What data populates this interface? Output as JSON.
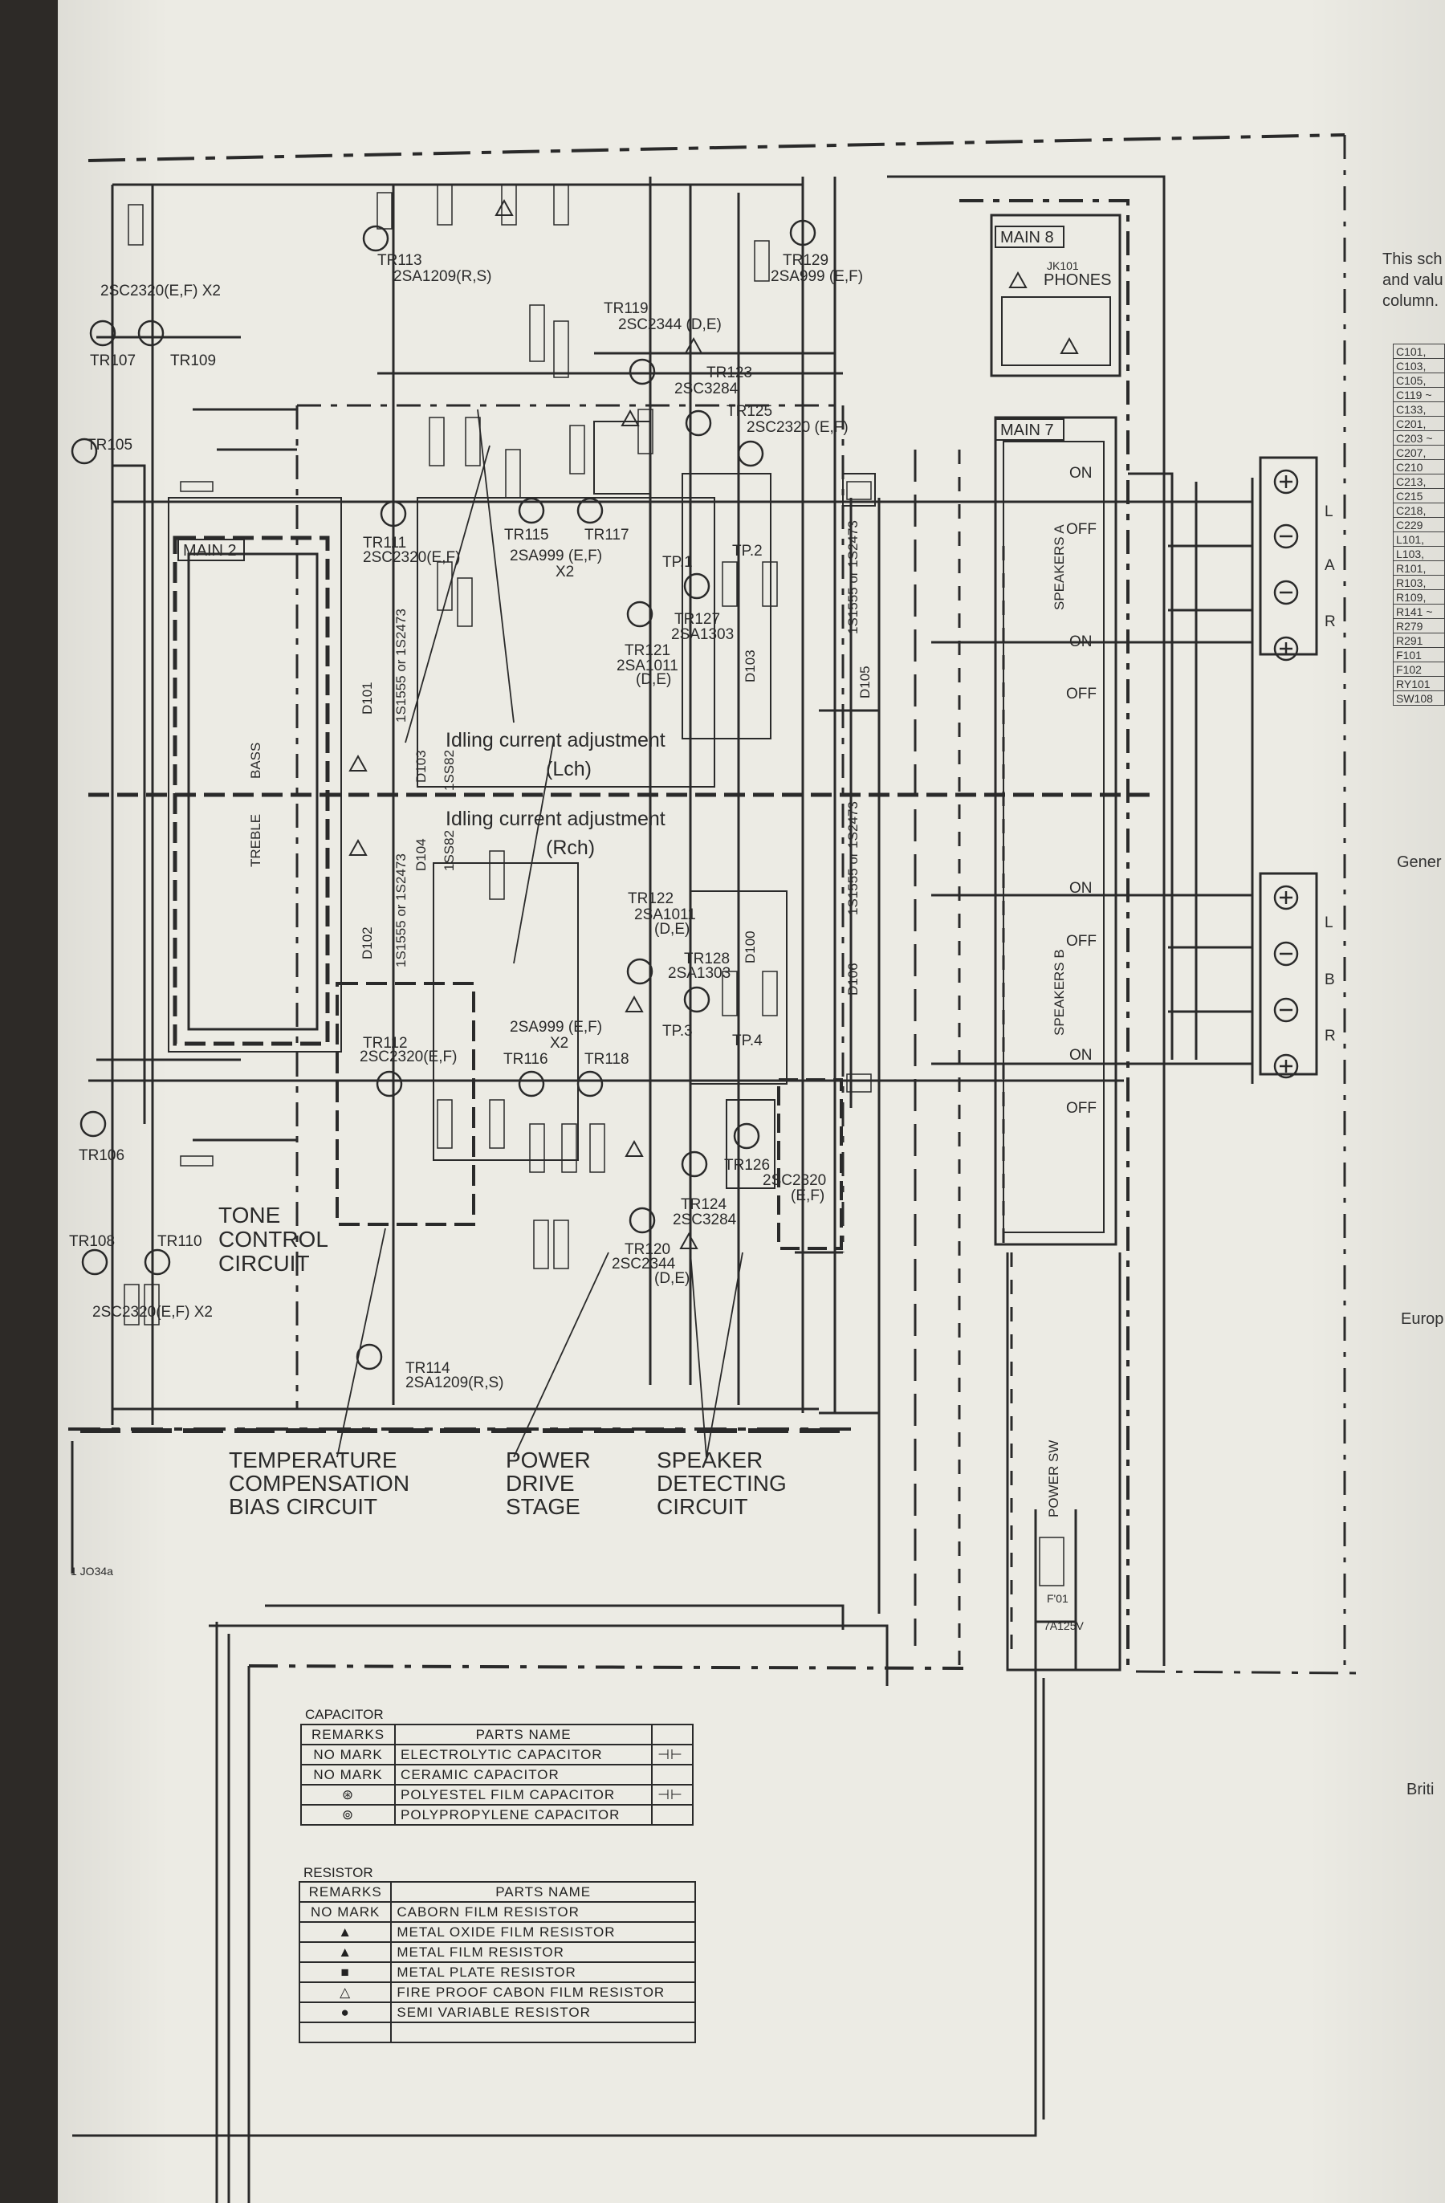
{
  "labels": {
    "main8": "MAIN 8",
    "main7": "MAIN 7",
    "main2": "MAIN 2",
    "phones": "PHONES",
    "jack": "JK101",
    "idling_l": "Idling current adjustment",
    "idling_l_ch": "(Lch)",
    "idling_r": "Idling current adjustment",
    "idling_r_ch": "(Rch)",
    "tone_1": "TONE",
    "tone_2": "CONTROL",
    "tone_3": "CIRCUIT",
    "temp_1": "TEMPERATURE",
    "temp_2": "COMPENSATION",
    "temp_3": "BIAS CIRCUIT",
    "power_1": "POWER",
    "power_2": "DRIVE",
    "power_3": "STAGE",
    "spk_1": "SPEAKER",
    "spk_2": "DETECTING",
    "spk_3": "CIRCUIT",
    "speakers_a": "SPEAKERS A",
    "speakers_b": "SPEAKERS B",
    "on": "ON",
    "off": "OFF",
    "power_sw": "POWER SW",
    "fuse": "F'01",
    "fuse_rating": "7A125V",
    "bass": "BASS",
    "treble": "TREBLE",
    "page_code": "1  JO34a",
    "tp1": "TP.1",
    "tp2": "TP.2",
    "tp3": "TP.3",
    "tp4": "TP.4",
    "L": "L",
    "R": "R",
    "A": "A",
    "B": "B"
  },
  "transistors": {
    "tr113": "TR113",
    "tr113_t": "2SA1209(R,S)",
    "tr129": "TR129",
    "tr129_t": "2SA999 (E,F)",
    "tr119": "TR119",
    "tr119_t": "2SC2344  (D,E)",
    "tr123": "TR123",
    "tr123_t": "2SC3284",
    "tr125": "TR125",
    "tr125_t": "2SC2320 (E,F)",
    "tr111": "TR111",
    "tr111_t": "2SC2320(E,F)",
    "tr115": "TR115",
    "tr117": "TR117",
    "tr115_t": "2SA999 (E,F)",
    "x2": "X2",
    "tr127": "TR127",
    "tr127_t": "2SA1303",
    "tr121": "TR121",
    "tr121_t": "2SA1011",
    "tr121_r": "(D,E)",
    "tr107": "TR107",
    "tr109": "TR109",
    "tr107_t": "2SC2320(E,F) X2",
    "tr105": "TR105",
    "tr106": "TR106",
    "tr122": "TR122",
    "tr122_t": "2SA1011",
    "tr122_r": "(D,E)",
    "tr128": "TR128",
    "tr128_t": "2SA1303",
    "tr112": "TR112",
    "tr112_t": "2SC2320(E,F)",
    "tr116": "TR116",
    "tr118": "TR118",
    "tr116_t": "2SA999 (E,F)",
    "tr126": "TR126",
    "tr126_t": "2SC2320",
    "tr126_r": "(E,F)",
    "tr124": "TR124",
    "tr124_t": "2SC3284",
    "tr120": "TR120",
    "tr120_t": "2SC2344",
    "tr120_r": "(D,E)",
    "tr108": "TR108",
    "tr110": "TR110",
    "tr108_t": "2SC2320(E,F) X2",
    "tr114": "TR114",
    "tr114_t": "2SA1209(R,S)",
    "d101": "D101",
    "d101_t": "1S1555 or 1S2473",
    "d102": "D102",
    "d102_t": "1S1555 or 1S2473",
    "d103": "D103",
    "d103_t": "1SS82",
    "d104": "D104",
    "d104_t": "1SS82",
    "d105": "D105",
    "d105_t": "1S1555 or 1S2473",
    "d106": "D106",
    "d106_t": "1S1555 or 1S2473",
    "d103b": "D103",
    "d100": "D100"
  },
  "capacitor_table": {
    "title": "CAPACITOR",
    "header": [
      "REMARKS",
      "PARTS NAME",
      ""
    ],
    "rows": [
      [
        "NO MARK",
        "ELECTROLYTIC  CAPACITOR",
        "⊣⊢"
      ],
      [
        "NO MARK",
        "CERAMIC  CAPACITOR",
        ""
      ],
      [
        "⊛",
        "POLYESTEL  FILM  CAPACITOR",
        "⊣⊢"
      ],
      [
        "⊚",
        "POLYPROPYLENE CAPACITOR",
        ""
      ]
    ]
  },
  "resistor_table": {
    "title": "RESISTOR",
    "header": [
      "REMARKS",
      "PARTS NAME"
    ],
    "rows": [
      [
        "NO MARK",
        "CABORN  FILM  RESISTOR"
      ],
      [
        "▲",
        "METAL  OXIDE  FILM  RESISTOR"
      ],
      [
        "▲",
        "METAL  FILM  RESISTOR"
      ],
      [
        "■",
        "METAL  PLATE  RESISTOR"
      ],
      [
        "△",
        "FIRE PROOF CABON FILM RESISTOR"
      ],
      [
        "●",
        "SEMI  VARIABLE  RESISTOR"
      ],
      [
        "",
        ""
      ]
    ]
  },
  "side": {
    "line1": "This sch",
    "line2": "and valu",
    "line3": "column.",
    "gener": "Gener",
    "europ": "Europ",
    "briti": "Briti"
  },
  "partlist": [
    "C101, ",
    "C103, ",
    "C105, ",
    "C119 ~",
    "C133, ",
    "C201, ",
    "C203 ~",
    "C207, ",
    "C210 ",
    "C213, ",
    "C215 ",
    "C218, ",
    "C229 ",
    "L101, ",
    "L103, ",
    "R101, ",
    "R103, ",
    "R109, ",
    "R141 ~",
    "R279 ",
    "R291 ",
    "F101 ",
    "F102 ",
    "RY101",
    "SW108"
  ]
}
